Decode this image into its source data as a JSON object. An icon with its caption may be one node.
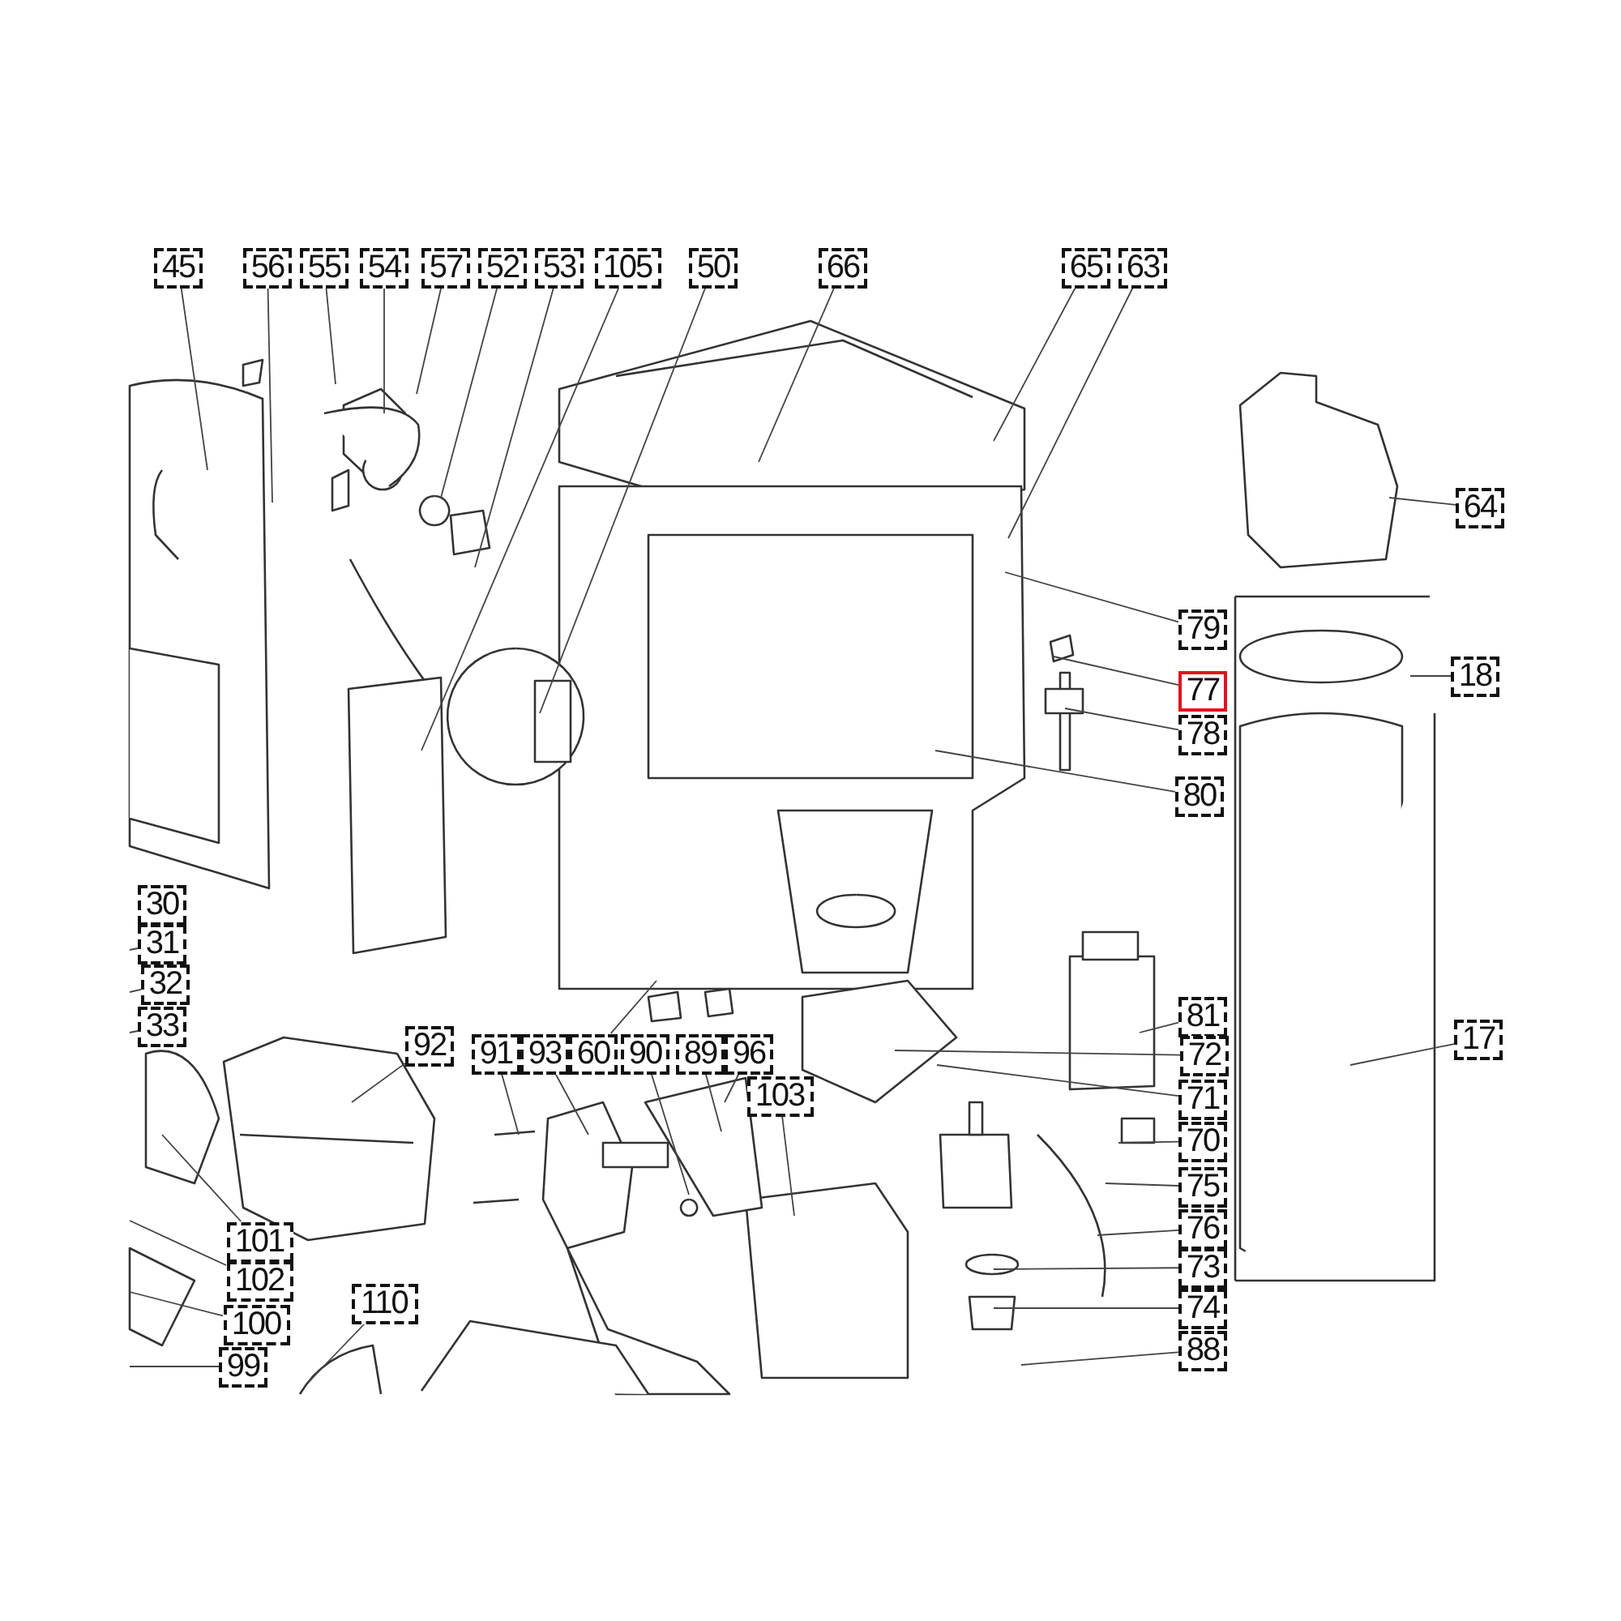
{
  "diagram": {
    "nodes": [
      {
        "text": [
          "45"
        ]
      },
      {
        "text": [
          "56"
        ]
      },
      {
        "text": [
          "55"
        ]
      },
      {
        "text": [
          "54"
        ]
      },
      {
        "text": [
          "57"
        ]
      },
      {
        "text": [
          "52"
        ]
      },
      {
        "text": [
          "53"
        ]
      },
      {
        "text": [
          "105"
        ]
      },
      {
        "text": [
          "50"
        ]
      },
      {
        "text": [
          "66"
        ]
      },
      {
        "text": [
          "65"
        ]
      },
      {
        "text": [
          "63"
        ]
      },
      {
        "text": [
          "64"
        ]
      },
      {
        "text": [
          "79"
        ]
      },
      {
        "text": [
          "18"
        ]
      },
      {
        "text": [
          "77"
        ]
      },
      {
        "text": [
          "78"
        ]
      },
      {
        "text": [
          "80"
        ]
      },
      {
        "text": [
          "30"
        ]
      },
      {
        "text": [
          "31"
        ]
      },
      {
        "text": [
          "32"
        ]
      },
      {
        "text": [
          "33"
        ]
      },
      {
        "text": [
          "81"
        ]
      },
      {
        "text": [
          "92"
        ]
      },
      {
        "text": [
          "91"
        ]
      },
      {
        "text": [
          "93"
        ]
      },
      {
        "text": [
          "60"
        ]
      },
      {
        "text": [
          "90"
        ]
      },
      {
        "text": [
          "89"
        ]
      },
      {
        "text": [
          "96"
        ]
      },
      {
        "text": [
          "17"
        ]
      },
      {
        "text": [
          "72"
        ]
      },
      {
        "text": [
          "103"
        ]
      },
      {
        "text": [
          "71"
        ]
      },
      {
        "text": [
          "70"
        ]
      },
      {
        "text": [
          "75"
        ]
      },
      {
        "text": [
          "76"
        ]
      },
      {
        "text": [
          "101"
        ]
      },
      {
        "text": [
          "73"
        ]
      },
      {
        "text": [
          "102"
        ]
      },
      {
        "text": [
          "110"
        ]
      },
      {
        "text": [
          "74"
        ]
      },
      {
        "text": [
          "100"
        ]
      },
      {
        "text": [
          "88"
        ]
      },
      {
        "text": [
          "99"
        ]
      }
    ],
    "edges": [
      {
        "from": 0,
        "to": null,
        "arrow": "none"
      },
      {
        "from": 1,
        "to": null,
        "arrow": "none"
      },
      {
        "from": 2,
        "to": null,
        "arrow": "none"
      },
      {
        "from": 3,
        "to": null,
        "arrow": "none"
      },
      {
        "from": 4,
        "to": null,
        "arrow": "none"
      },
      {
        "from": 5,
        "to": null,
        "arrow": "none"
      },
      {
        "from": 6,
        "to": null,
        "arrow": "none"
      },
      {
        "from": 7,
        "to": null,
        "arrow": "none"
      },
      {
        "from": 8,
        "to": null,
        "arrow": "none"
      },
      {
        "from": 9,
        "to": null,
        "arrow": "none"
      },
      {
        "from": 10,
        "to": null,
        "arrow": "none"
      },
      {
        "from": 11,
        "to": null,
        "arrow": "none"
      },
      {
        "from": 12,
        "to": null,
        "arrow": "none"
      },
      {
        "from": 13,
        "to": null,
        "arrow": "none"
      },
      {
        "from": 14,
        "to": null,
        "arrow": "none"
      },
      {
        "from": 15,
        "to": null,
        "arrow": "none"
      },
      {
        "from": 16,
        "to": null,
        "arrow": "none"
      },
      {
        "from": 17,
        "to": null,
        "arrow": "none"
      },
      {
        "from": 19,
        "to": null,
        "arrow": "none"
      },
      {
        "from": 20,
        "to": null,
        "arrow": "none"
      },
      {
        "from": 21,
        "to": null,
        "arrow": "none"
      },
      {
        "from": 22,
        "to": null,
        "arrow": "none"
      },
      {
        "from": 23,
        "to": null,
        "arrow": "none"
      },
      {
        "from": 24,
        "to": null,
        "arrow": "none"
      },
      {
        "from": 25,
        "to": null,
        "arrow": "none"
      },
      {
        "from": 26,
        "to": null,
        "arrow": "none"
      },
      {
        "from": 27,
        "to": null,
        "arrow": "none"
      },
      {
        "from": 28,
        "to": null,
        "arrow": "none"
      },
      {
        "from": 29,
        "to": null,
        "arrow": "none"
      },
      {
        "from": 30,
        "to": null,
        "arrow": "none"
      },
      {
        "from": 31,
        "to": null,
        "arrow": "none"
      },
      {
        "from": 32,
        "to": null,
        "arrow": "none"
      },
      {
        "from": 33,
        "to": null,
        "arrow": "none"
      },
      {
        "from": 34,
        "to": null,
        "arrow": "none"
      },
      {
        "from": 35,
        "to": null,
        "arrow": "none"
      },
      {
        "from": 36,
        "to": null,
        "arrow": "none"
      },
      {
        "from": 37,
        "to": null,
        "arrow": "none"
      },
      {
        "from": 38,
        "to": null,
        "arrow": "none"
      },
      {
        "from": 39,
        "to": null,
        "arrow": "none"
      },
      {
        "from": 40,
        "to": null,
        "arrow": "none"
      },
      {
        "from": 41,
        "to": null,
        "arrow": "none"
      },
      {
        "from": 42,
        "to": null,
        "arrow": "none"
      },
      {
        "from": 43,
        "to": null,
        "arrow": "none"
      },
      {
        "from": 44,
        "to": null,
        "arrow": "none"
      }
    ]
  }
}
